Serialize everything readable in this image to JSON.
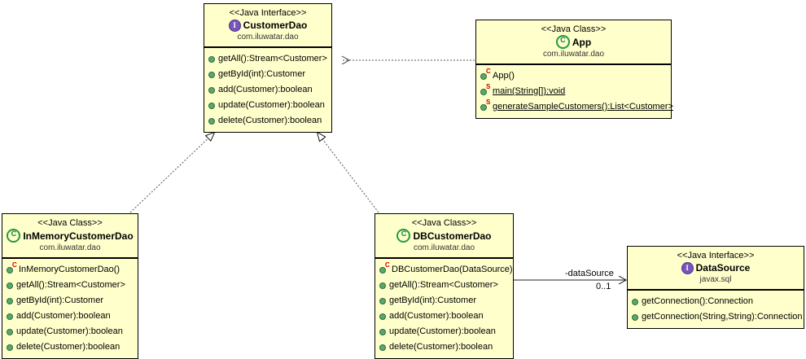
{
  "diagram": {
    "title": "DAO Pattern Class Diagram",
    "colors": {
      "box_fill": "#ffffcc",
      "box_border": "#000000",
      "interface_icon": "#7755bb",
      "class_icon": "#229944",
      "member_dot": "#5aa96a",
      "modifier_marker": "#cc0000",
      "canvas": "#ffffff"
    },
    "classes": [
      {
        "id": "customer-dao",
        "stereotype": "<<Java Interface>>",
        "name": "CustomerDao",
        "package": "com.iluwatar.dao",
        "kind": "interface",
        "icon": "interface-icon",
        "members": [
          {
            "label": "getAll():Stream<Customer>",
            "icon": "method-icon",
            "marker": "",
            "static": false
          },
          {
            "label": "getById(int):Customer",
            "icon": "method-icon",
            "marker": "",
            "static": false
          },
          {
            "label": "add(Customer):boolean",
            "icon": "method-icon",
            "marker": "",
            "static": false
          },
          {
            "label": "update(Customer):boolean",
            "icon": "method-icon",
            "marker": "",
            "static": false
          },
          {
            "label": "delete(Customer):boolean",
            "icon": "method-icon",
            "marker": "",
            "static": false
          }
        ]
      },
      {
        "id": "app",
        "stereotype": "<<Java Class>>",
        "name": "App",
        "package": "com.iluwatar.dao",
        "kind": "class",
        "icon": "class-icon",
        "members": [
          {
            "label": "App()",
            "icon": "method-icon",
            "marker": "C",
            "static": false
          },
          {
            "label": "main(String[]):void",
            "icon": "method-icon",
            "marker": "S",
            "static": true
          },
          {
            "label": "generateSampleCustomers():List<Customer>",
            "icon": "method-icon",
            "marker": "S",
            "static": true
          }
        ]
      },
      {
        "id": "inmemory-customer-dao",
        "stereotype": "<<Java Class>>",
        "name": "InMemoryCustomerDao",
        "package": "com.iluwatar.dao",
        "kind": "class",
        "icon": "class-icon",
        "members": [
          {
            "label": "InMemoryCustomerDao()",
            "icon": "method-icon",
            "marker": "C",
            "static": false
          },
          {
            "label": "getAll():Stream<Customer>",
            "icon": "method-icon",
            "marker": "",
            "static": false
          },
          {
            "label": "getById(int):Customer",
            "icon": "method-icon",
            "marker": "",
            "static": false
          },
          {
            "label": "add(Customer):boolean",
            "icon": "method-icon",
            "marker": "",
            "static": false
          },
          {
            "label": "update(Customer):boolean",
            "icon": "method-icon",
            "marker": "",
            "static": false
          },
          {
            "label": "delete(Customer):boolean",
            "icon": "method-icon",
            "marker": "",
            "static": false
          }
        ]
      },
      {
        "id": "db-customer-dao",
        "stereotype": "<<Java Class>>",
        "name": "DBCustomerDao",
        "package": "com.iluwatar.dao",
        "kind": "class",
        "icon": "class-icon",
        "members": [
          {
            "label": "DBCustomerDao(DataSource)",
            "icon": "method-icon",
            "marker": "C",
            "static": false
          },
          {
            "label": "getAll():Stream<Customer>",
            "icon": "method-icon",
            "marker": "",
            "static": false
          },
          {
            "label": "getById(int):Customer",
            "icon": "method-icon",
            "marker": "",
            "static": false
          },
          {
            "label": "add(Customer):boolean",
            "icon": "method-icon",
            "marker": "",
            "static": false
          },
          {
            "label": "update(Customer):boolean",
            "icon": "method-icon",
            "marker": "",
            "static": false
          },
          {
            "label": "delete(Customer):boolean",
            "icon": "method-icon",
            "marker": "",
            "static": false
          }
        ]
      },
      {
        "id": "data-source",
        "stereotype": "<<Java Interface>>",
        "name": "DataSource",
        "package": "javax.sql",
        "kind": "interface",
        "icon": "interface-icon",
        "members": [
          {
            "label": "getConnection():Connection",
            "icon": "method-icon",
            "marker": "",
            "static": false
          },
          {
            "label": "getConnection(String,String):Connection",
            "icon": "method-icon",
            "marker": "",
            "static": false
          }
        ]
      }
    ],
    "relations": [
      {
        "id": "app-uses-customerdao",
        "from": "app",
        "to": "customer-dao",
        "type": "dependency",
        "style": "dotted",
        "arrow": "open",
        "label": ""
      },
      {
        "id": "inmemory-implements-customerdao",
        "from": "inmemory-customer-dao",
        "to": "customer-dao",
        "type": "realization",
        "style": "dotted",
        "arrow": "hollow-triangle",
        "label": ""
      },
      {
        "id": "db-implements-customerdao",
        "from": "db-customer-dao",
        "to": "customer-dao",
        "type": "realization",
        "style": "dotted",
        "arrow": "hollow-triangle",
        "label": ""
      },
      {
        "id": "db-has-datasource",
        "from": "db-customer-dao",
        "to": "data-source",
        "type": "association",
        "style": "solid",
        "arrow": "open",
        "label": "-dataSource",
        "multiplicity": "0..1"
      }
    ]
  }
}
